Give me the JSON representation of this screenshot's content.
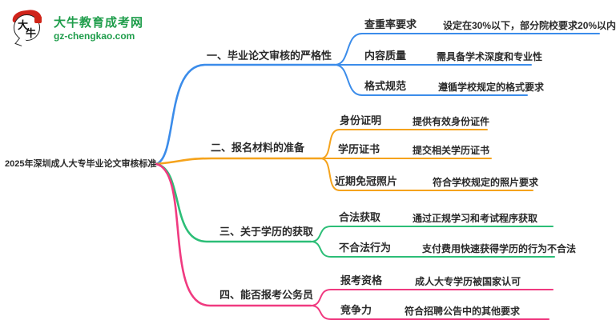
{
  "logo": {
    "title": "大牛教育成考网",
    "domain": "gz-chengkao.com",
    "mark_top": "大",
    "mark_bottom": "牛",
    "brand_green": "#1f9d4b",
    "seal_red": "#cf2417"
  },
  "map": {
    "root": "2025年深圳成人大专毕业论文审核标准",
    "branches": [
      {
        "title": "一、毕业论文审核的严格性",
        "color": "#3b8cea",
        "children": [
          {
            "label": "查重率要求",
            "desc": "设定在30%以下，部分院校要求20%以内"
          },
          {
            "label": "内容质量",
            "desc": "需具备学术深度和专业性"
          },
          {
            "label": "格式规范",
            "desc": "遵循学校规定的格式要求"
          }
        ]
      },
      {
        "title": "二、报名材料的准备",
        "color": "#f5a31c",
        "children": [
          {
            "label": "身份证明",
            "desc": "提供有效身份证件"
          },
          {
            "label": "学历证书",
            "desc": "提交相关学历证书"
          },
          {
            "label": "近期免冠照片",
            "desc": "符合学校规定的照片要求"
          }
        ]
      },
      {
        "title": "三、关于学历的获取",
        "color": "#2cbe77",
        "children": [
          {
            "label": "合法获取",
            "desc": "通过正规学习和考试程序获取"
          },
          {
            "label": "不合法行为",
            "desc": "支付费用快速获得学历的行为不合法"
          }
        ]
      },
      {
        "title": "四、能否报考公务员",
        "color": "#f03a80",
        "children": [
          {
            "label": "报考资格",
            "desc": "成人大专学历被国家认可"
          },
          {
            "label": "竞争力",
            "desc": "符合招聘公告中的其他要求"
          }
        ]
      }
    ]
  }
}
